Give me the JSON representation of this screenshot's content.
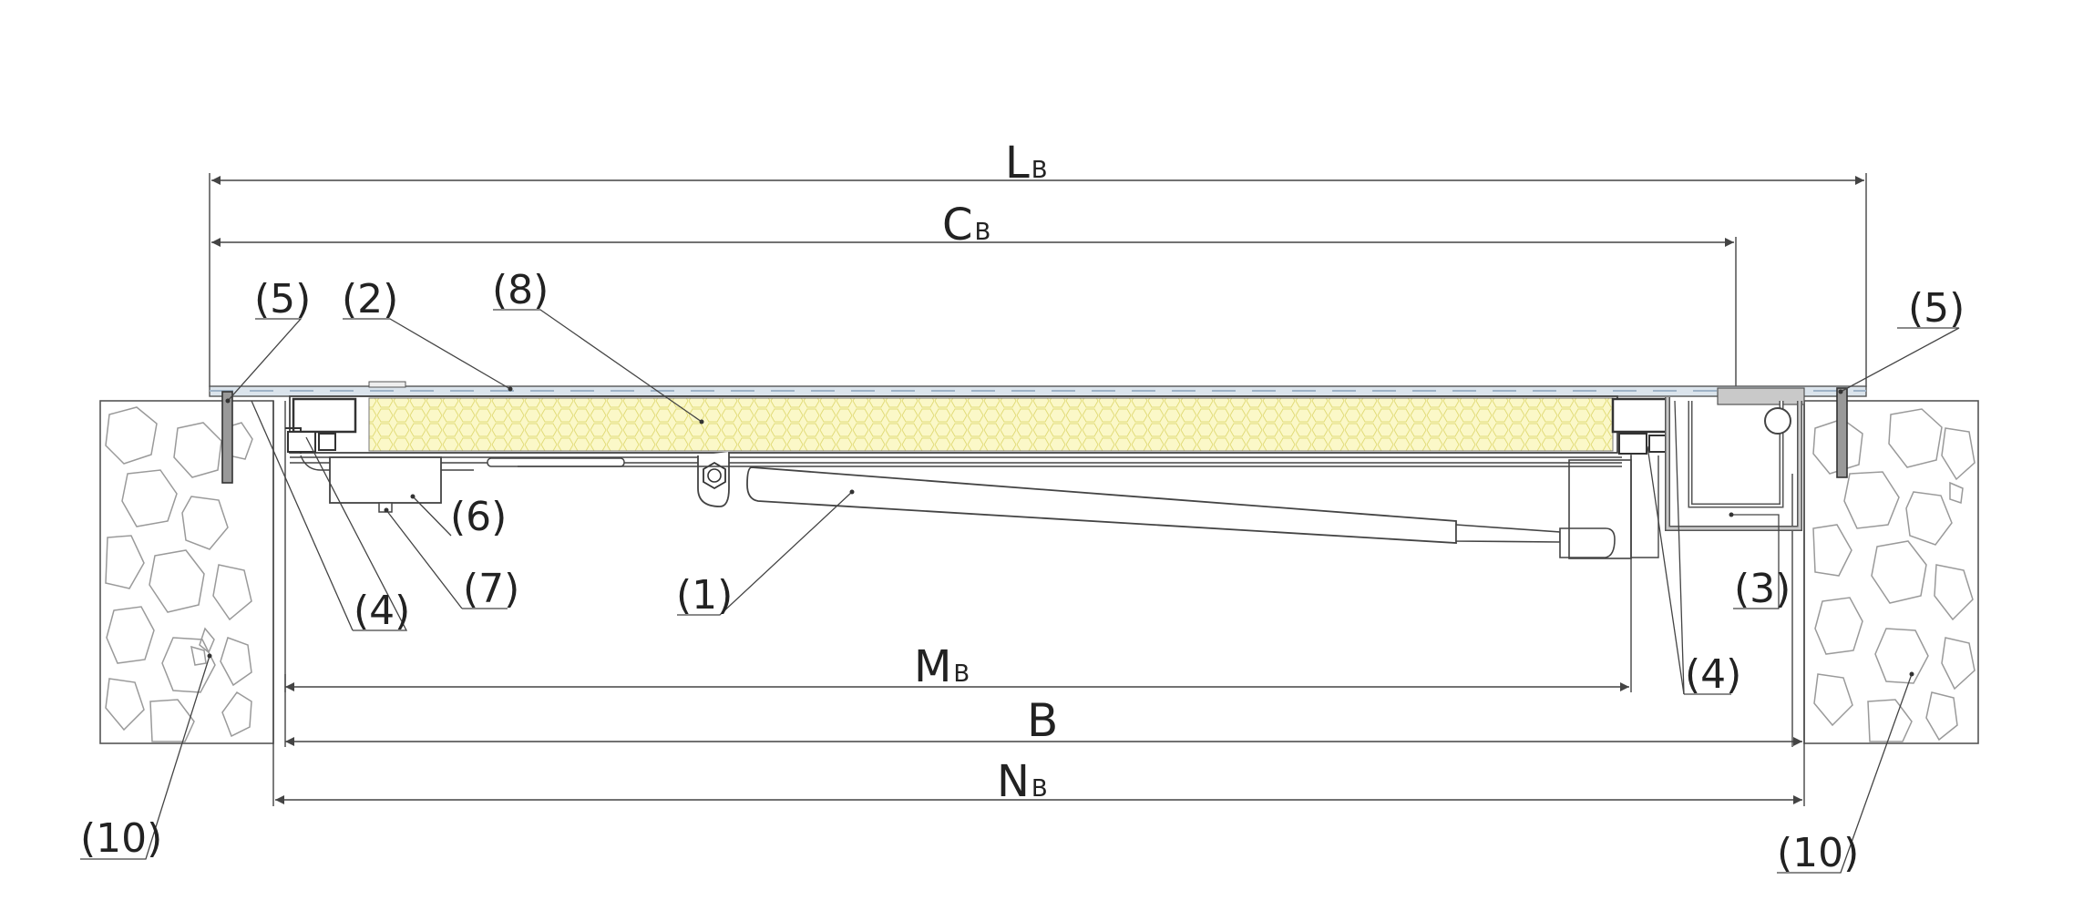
{
  "dimensions": {
    "lb": {
      "main": "L",
      "sub": "B"
    },
    "cb": {
      "main": "C",
      "sub": "B"
    },
    "mb": {
      "main": "M",
      "sub": "B"
    },
    "b": {
      "main": "B"
    },
    "nb": {
      "main": "N",
      "sub": "B"
    }
  },
  "labels": {
    "p1": "(1)",
    "p2": "(2)",
    "p3": "(3)",
    "p4_left": "(4)",
    "p4_right": "(4)",
    "p5_left": "(5)",
    "p5_right": "(5)",
    "p6": "(6)",
    "p7": "(7)",
    "p8": "(8)",
    "p10_left": "(10)",
    "p10_right": "(10)"
  },
  "colors": {
    "insulation": "#fbf8c8",
    "insulation_cells": "#e2dc7a",
    "grating": "#9fb4c8",
    "anchor": "#888888",
    "frame": "#c9c9c9"
  }
}
